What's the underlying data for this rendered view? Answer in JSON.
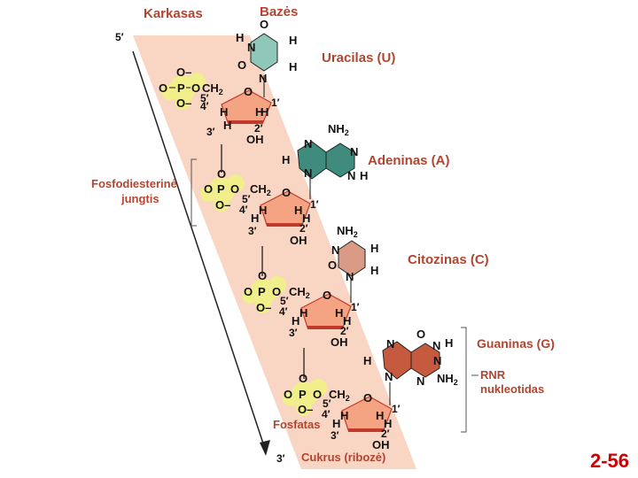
{
  "labels": {
    "backbone": "Karkasas",
    "bases": "Bazės",
    "five_prime": "5′",
    "three_prime": "3′",
    "phosphodiester": [
      "Fosfodiesterinė",
      "jungtis"
    ],
    "phosphate": "Fosfatas",
    "sugar": "Cukrus (ribozė)",
    "nucleotide": [
      "RNR",
      "nukleotidas"
    ]
  },
  "bases": [
    {
      "name": "Uracilas (U)",
      "color": "#8fc7b8"
    },
    {
      "name": "Adeninas (A)",
      "color": "#3f8b7e"
    },
    {
      "name": "Citozinas (C)",
      "color": "#d99a86"
    },
    {
      "name": "Guaninas (G)",
      "color": "#c65a3e"
    }
  ],
  "atoms": {
    "H": "H",
    "N": "N",
    "O": "O",
    "P": "P",
    "NH2": "NH",
    "sub2": "2",
    "CH2": "CH",
    "OH": "OH",
    "Ominus": "O–"
  },
  "carbon_numbers": {
    "c1": "1′",
    "c2": "2′",
    "c3": "3′",
    "c4": "4′",
    "c5": "5′"
  },
  "slide_number": "2-56",
  "colors": {
    "backbone_band": "#f9d5c3",
    "phosphate_glow": "#f1ee8c",
    "sugar_fill": "#f4a483",
    "sugar_edge": "#c0392b",
    "label_red": "#b2452f",
    "slide_number": "#d10000"
  }
}
